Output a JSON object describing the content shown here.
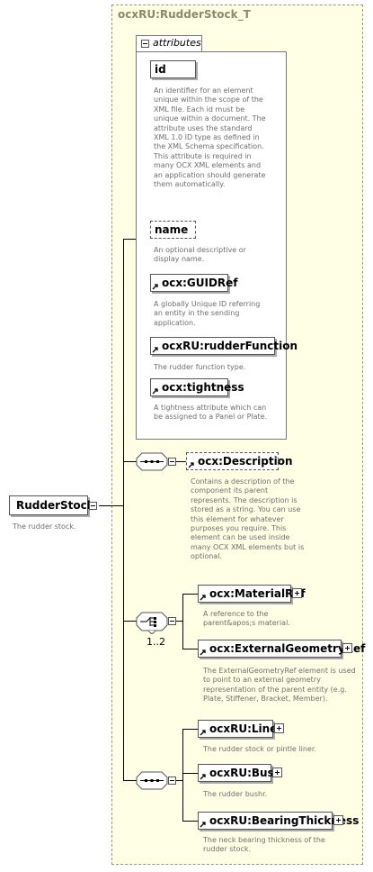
{
  "complex_type": {
    "title": "ocxRU:RudderStock_T"
  },
  "root": {
    "name": "RudderStock",
    "description": "The rudder stock."
  },
  "attributes": {
    "header": "attributes",
    "items": [
      {
        "name": "id",
        "description": "An identifier for an element unique within the scope of the XML file. Each id must be unique within a document. The attribute uses the standard XML 1.0 ID type as defined in the XML Schema specification. This attribute is required in many OCX XML elements and an application should generate them automatically."
      },
      {
        "name": "name",
        "description": "An optional descriptive or display name."
      },
      {
        "name": "ocx:GUIDRef",
        "description": "A globally Unique ID referring an entity in the sending application."
      },
      {
        "name": "ocxRU:rudderFunction",
        "description": "The rudder function type."
      },
      {
        "name": "ocx:tightness",
        "description": "A tightness attribute which can be assigned to a Panel or Plate."
      }
    ]
  },
  "sequence1": {
    "element": {
      "name": "ocx:Description",
      "description": "Contains a description of the component its parent represents. The description is stored as a string. You can use this element for whatever purposes you require. This element can be used inside many OCX XML elements but is optional."
    }
  },
  "choice": {
    "occurrence": "1..2",
    "elements": [
      {
        "name": "ocx:MaterialRef",
        "description": "A reference to the parent&apos;s material."
      },
      {
        "name": "ocx:ExternalGeometryRef",
        "description": "The ExternalGeometryRef element is used to point to an external geometry representation of the parent entity (e.g. Plate, Stiffener, Bracket, Member)."
      }
    ]
  },
  "sequence2": {
    "elements": [
      {
        "name": "ocxRU:Liner",
        "description": "The rudder stock or pintle liner."
      },
      {
        "name": "ocxRU:Bush",
        "description": "The rudder bushr."
      },
      {
        "name": "ocxRU:BearingThickness",
        "description": "The neck  bearing thickness of the rudder stock."
      }
    ]
  }
}
